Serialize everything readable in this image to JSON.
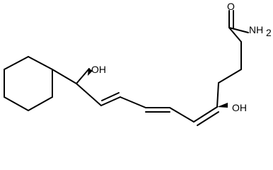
{
  "structure": {
    "labels": {
      "amide_oxygen": "O",
      "amine": "NH",
      "amine_subscript": "2",
      "hydroxyl_top": "OH",
      "hydroxyl_bottom": "OH"
    },
    "colors": {
      "bond": "#000000",
      "text": "#000000",
      "background": "#ffffff"
    }
  }
}
